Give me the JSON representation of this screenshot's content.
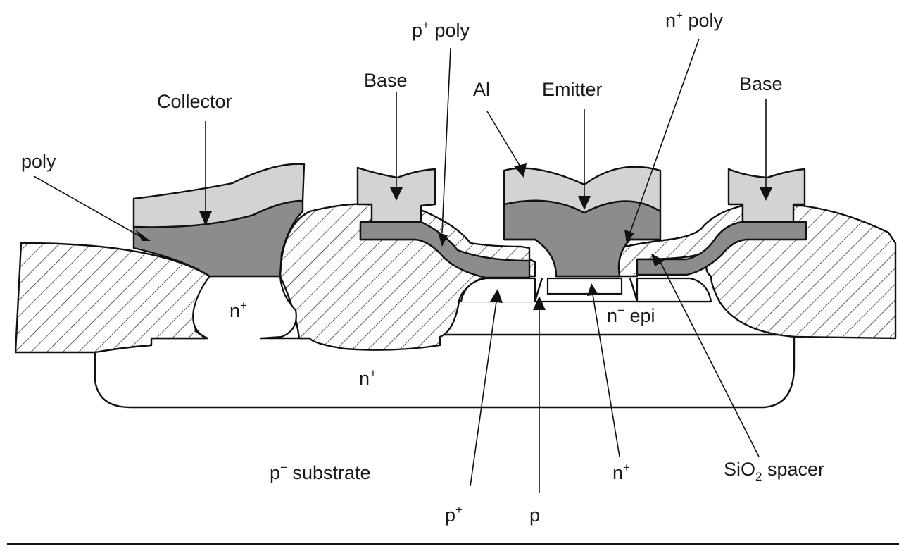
{
  "labels": {
    "p_poly": {
      "base": "p",
      "sup": "+",
      "rest": " poly"
    },
    "n_poly": {
      "base": "n",
      "sup": "+",
      "rest": " poly"
    },
    "base_left": "Base",
    "base_right": "Base",
    "al": "Al",
    "emitter": "Emitter",
    "collector": "Collector",
    "poly": "poly",
    "n_plus_collector": {
      "base": "n",
      "sup": "+"
    },
    "n_plus_buried": {
      "base": "n",
      "sup": "+"
    },
    "n_epi": {
      "base": "n",
      "sup": "−",
      "rest": " epi"
    },
    "p_substrate": {
      "base": "p",
      "sup": "−",
      "rest": " substrate"
    },
    "p_plus": {
      "base": "p",
      "sup": "+"
    },
    "p": "p",
    "n_plus_emitter": {
      "base": "n",
      "sup": "+"
    },
    "sio2_spacer": {
      "base": "SiO",
      "sub": "2",
      "rest": " spacer"
    }
  },
  "colors": {
    "metal": "#d3d3d3",
    "poly": "#8c8c8c",
    "oxide_hatch": "#111111",
    "outline": "#111111"
  }
}
